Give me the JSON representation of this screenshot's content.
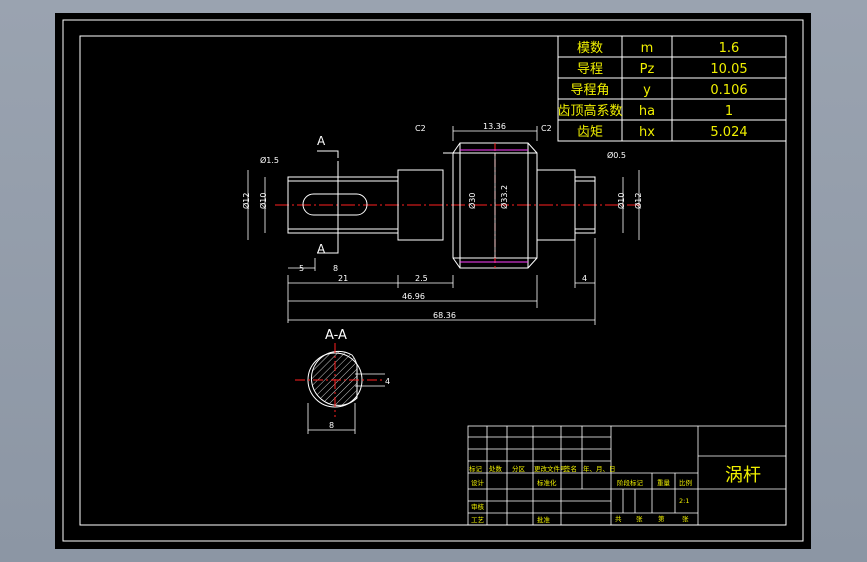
{
  "params_table": {
    "rows": [
      {
        "name": "模数",
        "symbol": "m",
        "value": "1.6"
      },
      {
        "name": "导程",
        "symbol": "Pz",
        "value": "10.05"
      },
      {
        "name": "导程角",
        "symbol": "y",
        "value": "0.106"
      },
      {
        "name": "齿顶高系数",
        "symbol": "ha",
        "value": "1"
      },
      {
        "name": "齿矩",
        "symbol": "hx",
        "value": "5.024"
      }
    ]
  },
  "drawing": {
    "section_label_top": "A",
    "section_label_bottom": "A",
    "section_view_title": "A-A",
    "chamfer_left": "C2",
    "chamfer_right": "C2",
    "radius_left": "Ø1.5",
    "radius_right": "Ø0.5",
    "dim_top_width": "13.36",
    "dim_dia_left_outer": "Ø12",
    "dim_dia_left_inner": "Ø10",
    "dim_dia_gear_root": "Ø30",
    "dim_dia_gear_pitch": "Ø33.2",
    "dim_dia_right_inner": "Ø10",
    "dim_dia_right_outer": "Ø12",
    "dim_5": "5",
    "dim_8": "8",
    "dim_21": "21",
    "dim_2_5": "2.5",
    "dim_4_right": "4",
    "dim_46_96": "46.96",
    "dim_68_36": "68.36",
    "section_dim_4": "4",
    "section_dim_8": "8"
  },
  "title_block": {
    "part_name": "涡杆",
    "headers": [
      "标记",
      "处数",
      "分区",
      "更改文件号",
      "签名",
      "年、月、日"
    ],
    "design_label": "设计",
    "standardize_label": "标准化",
    "review_label": "审核",
    "process_label": "工艺",
    "approve_label": "批准",
    "stage_label": "阶段标记",
    "weight_label": "重量",
    "scale_label": "比例",
    "scale_value": "2:1",
    "sheet_total_label": "共",
    "sheet_label": "张",
    "sheet_no_label": "第",
    "sheet_no_suffix": "张"
  },
  "colors": {
    "background": "#000000",
    "line": "#ffffff",
    "center_line": "#ff2020",
    "magenta": "#ff40ff",
    "yellow_text": "#f0f000"
  }
}
